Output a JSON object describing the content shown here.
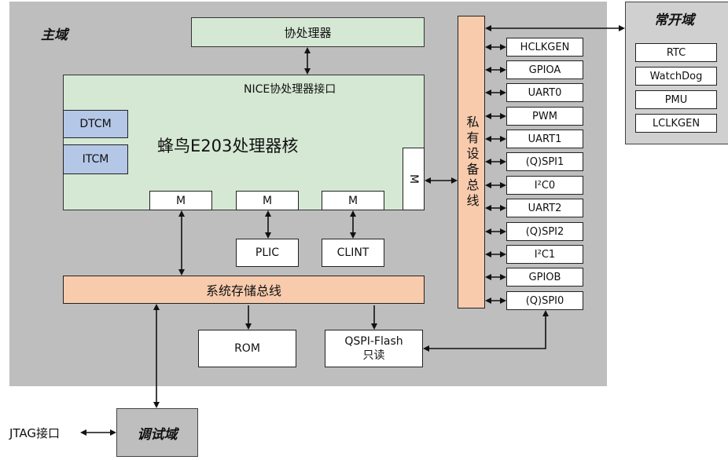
{
  "main_domain": {
    "label": "主域",
    "coprocessor": "协处理器",
    "nice_interface": "NICE协处理器接口",
    "core": "蜂鸟E203处理器核",
    "dtcm": "DTCM",
    "itcm": "ITCM",
    "m_ports": [
      "M",
      "M",
      "M"
    ],
    "m_right": "M",
    "plic": "PLIC",
    "clint": "CLINT",
    "system_bus": "系统存储总线",
    "rom": "ROM",
    "qspi_flash_line1": "QSPI-Flash",
    "qspi_flash_line2": "只读",
    "private_bus": "私有设备总线",
    "peripherals": [
      "HCLKGEN",
      "GPIOA",
      "UART0",
      "PWM",
      "UART1",
      "(Q)SPI1",
      "I²C0",
      "UART2",
      "(Q)SPI2",
      "I²C1",
      "GPIOB",
      "(Q)SPI0"
    ]
  },
  "always_on_domain": {
    "label": "常开域",
    "items": [
      "RTC",
      "WatchDog",
      "PMU",
      "LCLKGEN"
    ]
  },
  "debug_domain": {
    "label": "调试域",
    "jtag": "JTAG接口"
  },
  "colors": {
    "main_bg": "#bebebe",
    "core_green": "#d5e8d4",
    "tcm_blue": "#b4c7e7",
    "bus_orange": "#f8cbad"
  }
}
